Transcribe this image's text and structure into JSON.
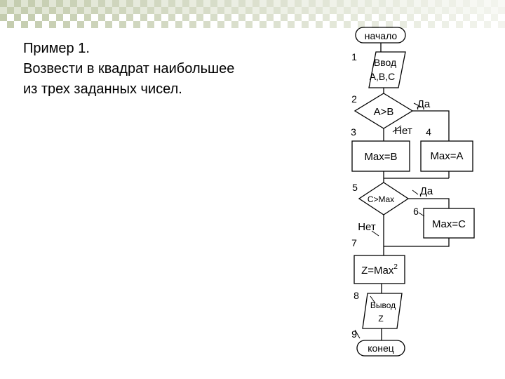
{
  "slide": {
    "title": "Пример 1.",
    "task_lines": [
      "Возвести в квадрат наибольшее",
      "из трех заданных чисел."
    ]
  },
  "flowchart": {
    "start": "начало",
    "input_line1": "Ввод",
    "input_line2": "A,B,C",
    "condition1": "A>B",
    "yes1": "Да",
    "no1": "Нет",
    "assign_b": "Max=B",
    "assign_a": "Max=A",
    "condition2": "C>Max",
    "yes2": "Да",
    "no2": "Нет",
    "assign_c": "Max=C",
    "compute_base": "Z=Max",
    "compute_exp": "2",
    "output_line1": "Вывод",
    "output_line2": "Z",
    "end": "конец",
    "numbers": [
      "1",
      "2",
      "3",
      "4",
      "5",
      "6",
      "7",
      "8",
      "9"
    ]
  },
  "colors": {
    "deco_dark": "#c4ccae",
    "deco_light": "#dfe4d2",
    "line": "#000000"
  }
}
